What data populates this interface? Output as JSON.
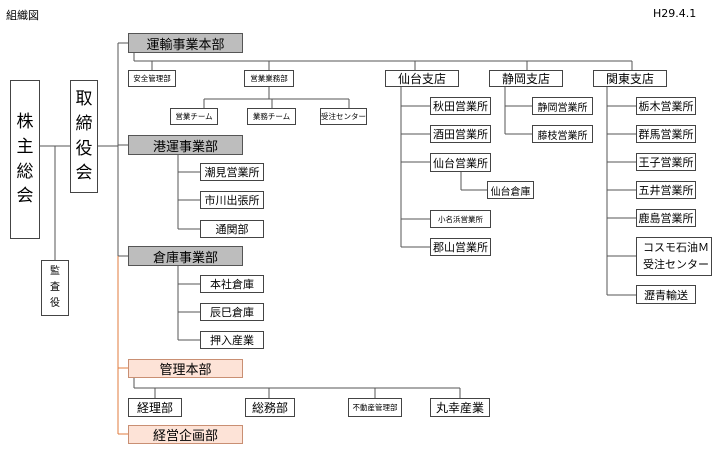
{
  "header": {
    "title": "組織図",
    "date": "H29.4.1"
  },
  "top": {
    "shareholders": "株主総会",
    "board": "取締役会",
    "auditor": "監査役"
  },
  "transport": {
    "name": "運輸事業本部",
    "sub": [
      "安全管理部",
      "営業業務部"
    ],
    "teams": [
      "営業チーム",
      "業務チーム",
      "受注センター"
    ],
    "branches": [
      {
        "name": "仙台支店",
        "offices": [
          "秋田営業所",
          "酒田営業所",
          "仙台営業所",
          "小名浜営業所",
          "郡山営業所"
        ],
        "warehouse": "仙台倉庫"
      },
      {
        "name": "静岡支店",
        "offices": [
          "静岡営業所",
          "藤枝営業所"
        ]
      },
      {
        "name": "関東支店",
        "offices": [
          "栃木営業所",
          "群馬営業所",
          "王子営業所",
          "五井営業所",
          "鹿島営業所",
          "コスモ石油Ｍ",
          "受注センター",
          "瀝青輸送"
        ]
      }
    ]
  },
  "port": {
    "name": "港運事業部",
    "units": [
      "潮見営業所",
      "市川出張所",
      "通関部"
    ]
  },
  "warehouse": {
    "name": "倉庫事業部",
    "units": [
      "本社倉庫",
      "辰巳倉庫",
      "押入産業"
    ]
  },
  "admin": {
    "name": "管理本部",
    "units": [
      "経理部",
      "総務部",
      "不動産管理部",
      "丸幸産業"
    ]
  },
  "planning": {
    "name": "経営企画部"
  },
  "colors": {
    "division_fill": "#bdbdbd",
    "admin_fill": "#fde3d7",
    "admin_line": "#e07b3c",
    "line": "#555555"
  }
}
